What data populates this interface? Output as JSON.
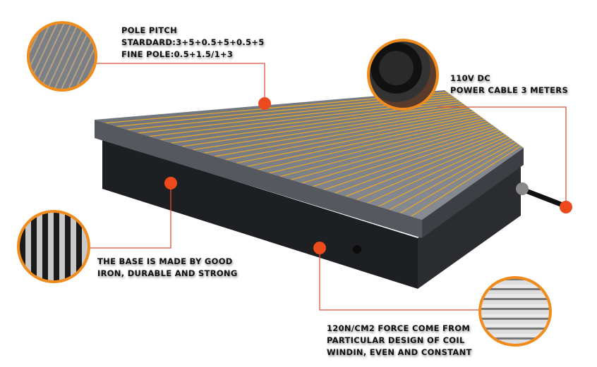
{
  "annotations": {
    "pole_pitch": [
      "POLE PITCH",
      "STARDARD:3+5+0.5+5+0.5+5",
      "FINE POLE:0.5+1.5/1+3"
    ],
    "cable": [
      "110V DC",
      "POWER CABLE 3 METERS"
    ],
    "base": [
      "THE BASE IS MADE BY GOOD",
      "IRON, DURABLE AND STRONG"
    ],
    "coil": [
      "120N/CM2 FORCE COME FROM",
      "PARTICULAR DESIGN OF COIL",
      "WINDIN, EVEN AND CONSTANT"
    ]
  },
  "colors": {
    "accent_ring": "#f08c1e",
    "marker_dot": "#ec4a1c",
    "leader_line": "#d9533a",
    "pole_stripe": "#e6a62a"
  }
}
